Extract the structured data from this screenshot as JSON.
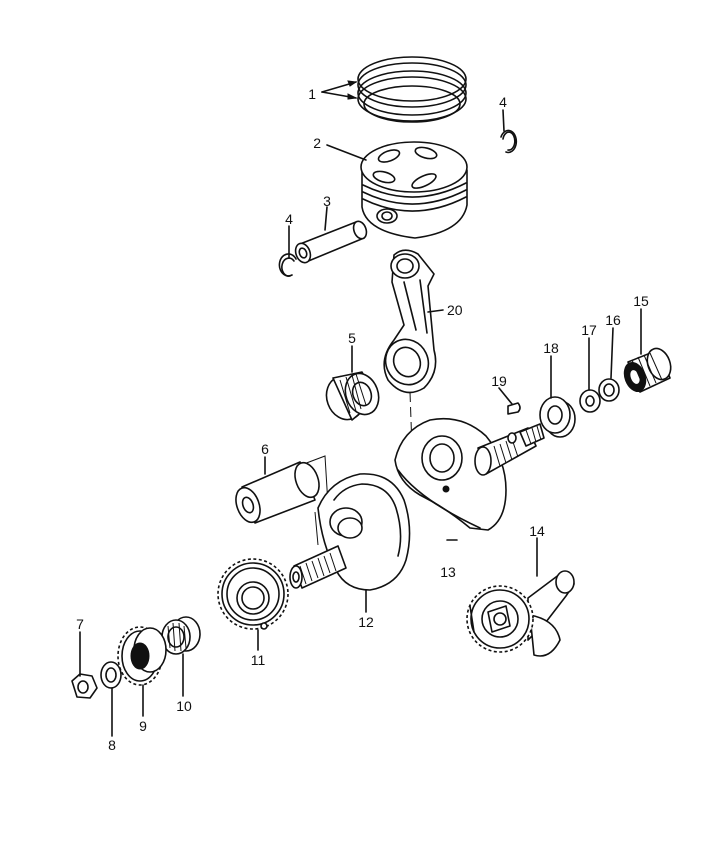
{
  "callouts": [
    {
      "id": "c1",
      "text": "1"
    },
    {
      "id": "c2",
      "text": "2"
    },
    {
      "id": "c3",
      "text": "3"
    },
    {
      "id": "c4a",
      "text": "4"
    },
    {
      "id": "c4b",
      "text": "4"
    },
    {
      "id": "c5",
      "text": "5"
    },
    {
      "id": "c6",
      "text": "6"
    },
    {
      "id": "c7",
      "text": "7"
    },
    {
      "id": "c8",
      "text": "8"
    },
    {
      "id": "c9",
      "text": "9"
    },
    {
      "id": "c10",
      "text": "10"
    },
    {
      "id": "c11",
      "text": "11"
    },
    {
      "id": "c12",
      "text": "12"
    },
    {
      "id": "c13",
      "text": "13"
    },
    {
      "id": "c14",
      "text": "14"
    },
    {
      "id": "c15",
      "text": "15"
    },
    {
      "id": "c16",
      "text": "16"
    },
    {
      "id": "c17",
      "text": "17"
    },
    {
      "id": "c18",
      "text": "18"
    },
    {
      "id": "c19",
      "text": "19"
    },
    {
      "id": "c20",
      "text": "20"
    }
  ]
}
